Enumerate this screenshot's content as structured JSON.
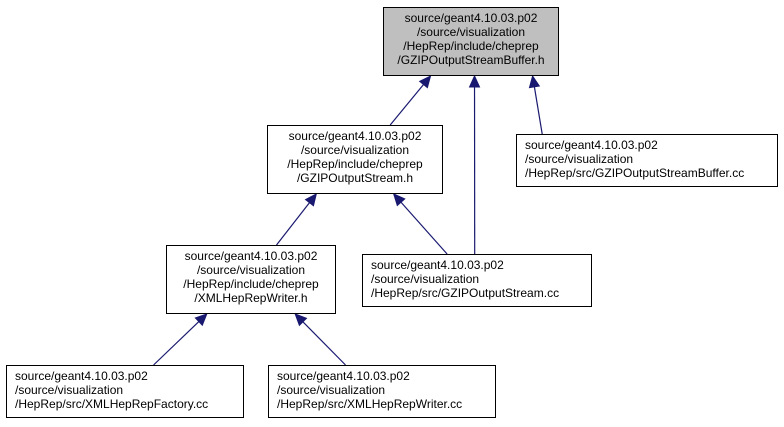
{
  "colors": {
    "edge": "#191970",
    "active_fill": "#bfbfbf",
    "node_fill": "#ffffff",
    "border": "#000000"
  },
  "nodes": {
    "gzip_buffer_h": {
      "lines": [
        "source/geant4.10.03.p02",
        "/source/visualization",
        "/HepRep/include/cheprep",
        "/GZIPOutputStreamBuffer.h"
      ]
    },
    "gzip_stream_h": {
      "lines": [
        "source/geant4.10.03.p02",
        "/source/visualization",
        "/HepRep/include/cheprep",
        "/GZIPOutputStream.h"
      ]
    },
    "gzip_buffer_cc": {
      "lines": [
        "source/geant4.10.03.p02",
        "/source/visualization",
        "/HepRep/src/GZIPOutputStreamBuffer.cc"
      ]
    },
    "xml_writer_h": {
      "lines": [
        "source/geant4.10.03.p02",
        "/source/visualization",
        "/HepRep/include/cheprep",
        "/XMLHepRepWriter.h"
      ]
    },
    "gzip_stream_cc": {
      "lines": [
        "source/geant4.10.03.p02",
        "/source/visualization",
        "/HepRep/src/GZIPOutputStream.cc"
      ]
    },
    "xml_factory_cc": {
      "lines": [
        "source/geant4.10.03.p02",
        "/source/visualization",
        "/HepRep/src/XMLHepRepFactory.cc"
      ]
    },
    "xml_writer_cc": {
      "lines": [
        "source/geant4.10.03.p02",
        "/source/visualization",
        "/HepRep/src/XMLHepRepWriter.cc"
      ]
    }
  },
  "edges": [
    {
      "from": "gzip_stream_h",
      "to": "gzip_buffer_h"
    },
    {
      "from": "gzip_stream_cc",
      "to": "gzip_buffer_h"
    },
    {
      "from": "gzip_buffer_cc",
      "to": "gzip_buffer_h"
    },
    {
      "from": "xml_writer_h",
      "to": "gzip_stream_h"
    },
    {
      "from": "gzip_stream_cc",
      "to": "gzip_stream_h"
    },
    {
      "from": "xml_factory_cc",
      "to": "xml_writer_h"
    },
    {
      "from": "xml_writer_cc",
      "to": "xml_writer_h"
    }
  ]
}
